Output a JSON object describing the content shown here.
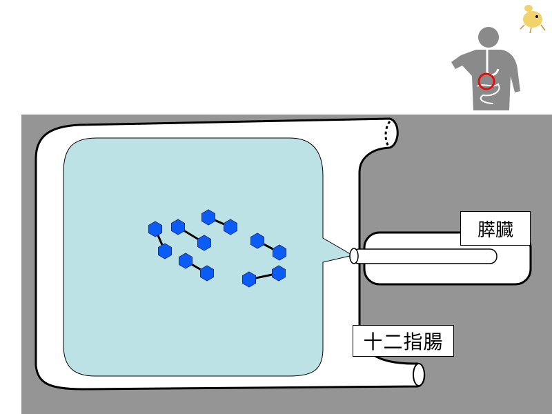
{
  "labels": {
    "pancreas": "膵臓",
    "duodenum": "十二指腸"
  },
  "colors": {
    "background_gray": "#959595",
    "organ_fill": "#ffffff",
    "contents_fill": "#bde2e5",
    "molecule_fill": "#0a5cf5",
    "molecule_stroke": "#1a2f8a",
    "outline": "#000000",
    "highlight_circle": "#e01010"
  },
  "molecules": [
    [
      [
        225,
        332
      ],
      [
        239,
        364
      ]
    ],
    [
      [
        258,
        329
      ],
      [
        296,
        352
      ]
    ],
    [
      [
        302,
        315
      ],
      [
        334,
        329
      ]
    ],
    [
      [
        269,
        378
      ],
      [
        300,
        396
      ]
    ],
    [
      [
        373,
        349
      ],
      [
        405,
        366
      ]
    ],
    [
      [
        361,
        405
      ],
      [
        404,
        396
      ]
    ]
  ],
  "icons": {
    "anatomy": "human-digestive-system-icon",
    "mascot": "yellow-cartoon-character-icon"
  }
}
